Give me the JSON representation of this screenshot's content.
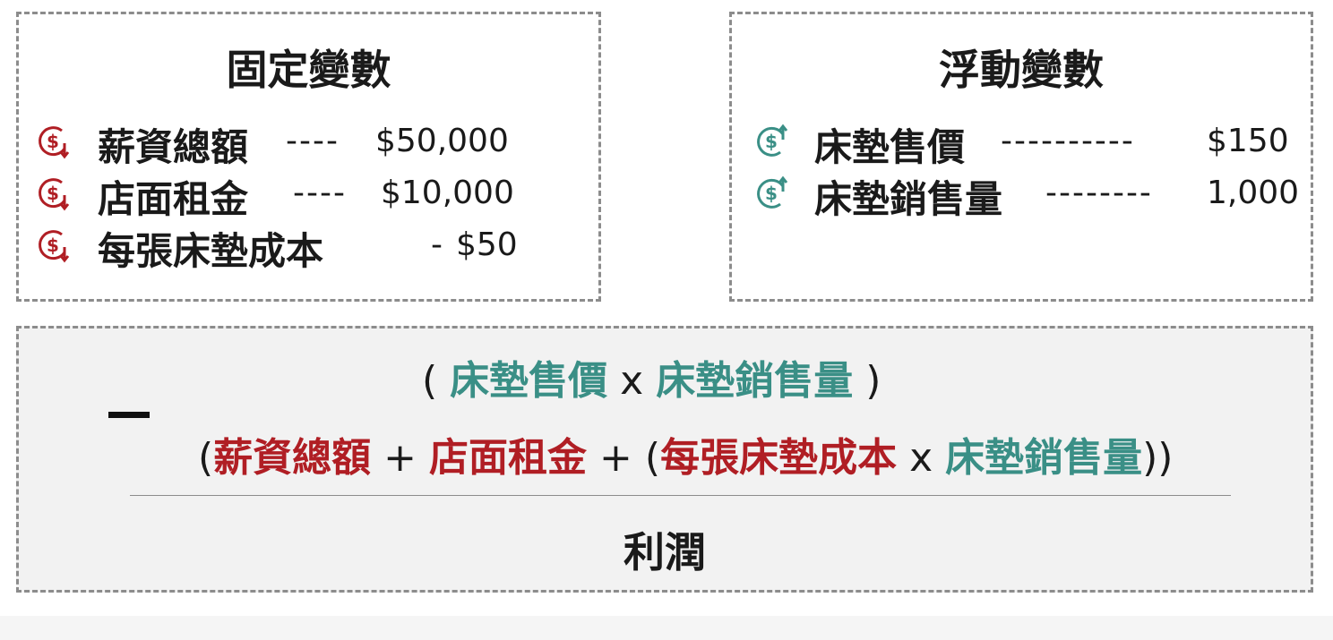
{
  "colors": {
    "fixed": "#b01e24",
    "floating": "#3a8f86",
    "border": "#8c8c8c"
  },
  "fixed": {
    "title": "固定變數",
    "icon": "dollar-down-icon",
    "items": [
      {
        "label": "薪資總額",
        "dash": "----",
        "value": "$50,000"
      },
      {
        "label": "店面租金",
        "dash": "----",
        "value": "$10,000"
      },
      {
        "label": "每張床墊成本",
        "dash": "-",
        "value": "$50"
      }
    ]
  },
  "floating": {
    "title": "浮動變數",
    "icon": "dollar-up-icon",
    "items": [
      {
        "label": "床墊售價",
        "dash": "----------",
        "value": "$150"
      },
      {
        "label": "床墊銷售量",
        "dash": "--------",
        "value": "1,000"
      }
    ]
  },
  "formula": {
    "minus": "−",
    "line1": {
      "open": "(",
      "price": "床墊售價",
      "times": "x",
      "volume": "床墊銷售量",
      "close": ")"
    },
    "line2": {
      "open": "(",
      "salary": "薪資總額",
      "plus1": "+",
      "rent": "店面租金",
      "plus2": "+",
      "open2": "(",
      "unit_cost": "每張床墊成本",
      "times": "x",
      "volume": "床墊銷售量",
      "close": "))"
    },
    "result": "利潤"
  }
}
